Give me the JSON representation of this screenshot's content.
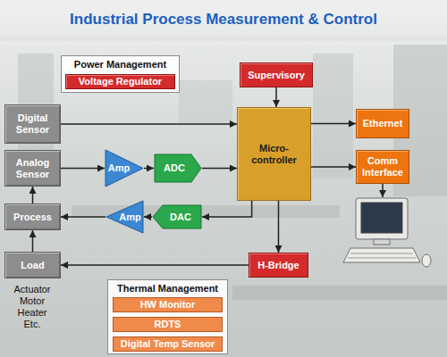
{
  "diagram": {
    "title": "Industrial Process Measurement & Control",
    "nodes": [
      {
        "text": [
          "Power Management"
        ]
      },
      {
        "text": [
          "Voltage Regulator"
        ],
        "in": 0
      },
      {
        "text": [
          "Supervisory"
        ]
      },
      {
        "text": [
          "Digital Sensor"
        ]
      },
      {
        "text": [
          "Micro-controller"
        ]
      },
      {
        "text": [
          "Ethernet"
        ]
      },
      {
        "text": [
          "Analog Sensor"
        ]
      },
      {
        "text": [
          "Amp"
        ]
      },
      {
        "text": [
          "ADC"
        ]
      },
      {
        "text": [
          "Comm Interface"
        ]
      },
      {
        "text": [
          "Process"
        ]
      },
      {
        "text": [
          "Amp"
        ]
      },
      {
        "text": [
          "DAC"
        ]
      },
      {
        "text": [
          "Load"
        ]
      },
      {
        "text": [
          "H-Bridge"
        ]
      },
      {
        "text": [
          "Thermal Management"
        ]
      },
      {
        "text": [
          "HW Monitor"
        ],
        "in": 15
      },
      {
        "text": [
          "RDTS"
        ],
        "in": 15
      },
      {
        "text": [
          "Digital Temp Sensor"
        ],
        "in": 15
      }
    ],
    "edges": [
      {
        "from": 2,
        "to": 4,
        "arrow": "to"
      },
      {
        "from": 3,
        "to": 4,
        "arrow": "to"
      },
      {
        "from": 6,
        "to": 7,
        "arrow": "to"
      },
      {
        "from": 7,
        "to": 8,
        "arrow": "to"
      },
      {
        "from": 8,
        "to": 4,
        "arrow": "to"
      },
      {
        "from": 4,
        "to": 5,
        "arrow": "to"
      },
      {
        "from": 4,
        "to": 9,
        "arrow": "to"
      },
      {
        "from": 4,
        "to": 12,
        "arrow": "to"
      },
      {
        "from": 12,
        "to": 11,
        "arrow": "to"
      },
      {
        "from": 11,
        "to": 10,
        "arrow": "to"
      },
      {
        "from": 4,
        "to": 14,
        "arrow": "to"
      },
      {
        "from": 14,
        "to": 13,
        "arrow": "to"
      },
      {
        "from": 13,
        "to": 10,
        "arrow": "to"
      },
      {
        "from": 10,
        "to": 6,
        "arrow": "to"
      }
    ],
    "labels": [
      "Actuator Motor Heater Etc."
    ]
  }
}
